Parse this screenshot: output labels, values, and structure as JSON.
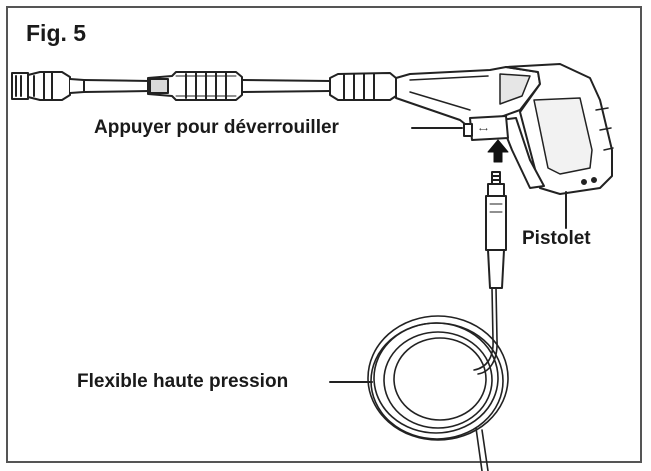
{
  "figure": {
    "title": "Fig. 5"
  },
  "callouts": {
    "unlock": "Appuyer pour déverrouiller",
    "gun": "Pistolet",
    "hose": "Flexible haute pression"
  }
}
